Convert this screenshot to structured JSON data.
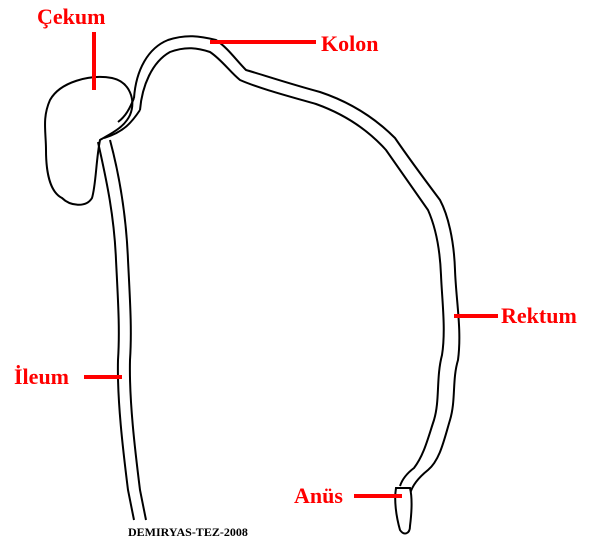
{
  "colors": {
    "label": "#ff0000",
    "leader_line": "#ff0000",
    "outline": "#000000",
    "background": "#ffffff"
  },
  "labels": {
    "cekum": "Çekum",
    "kolon": "Kolon",
    "rektum": "Rektum",
    "ileum": "İleum",
    "anus": "Anüs"
  },
  "credit": "DEMIRYAS-TEZ-2008"
}
